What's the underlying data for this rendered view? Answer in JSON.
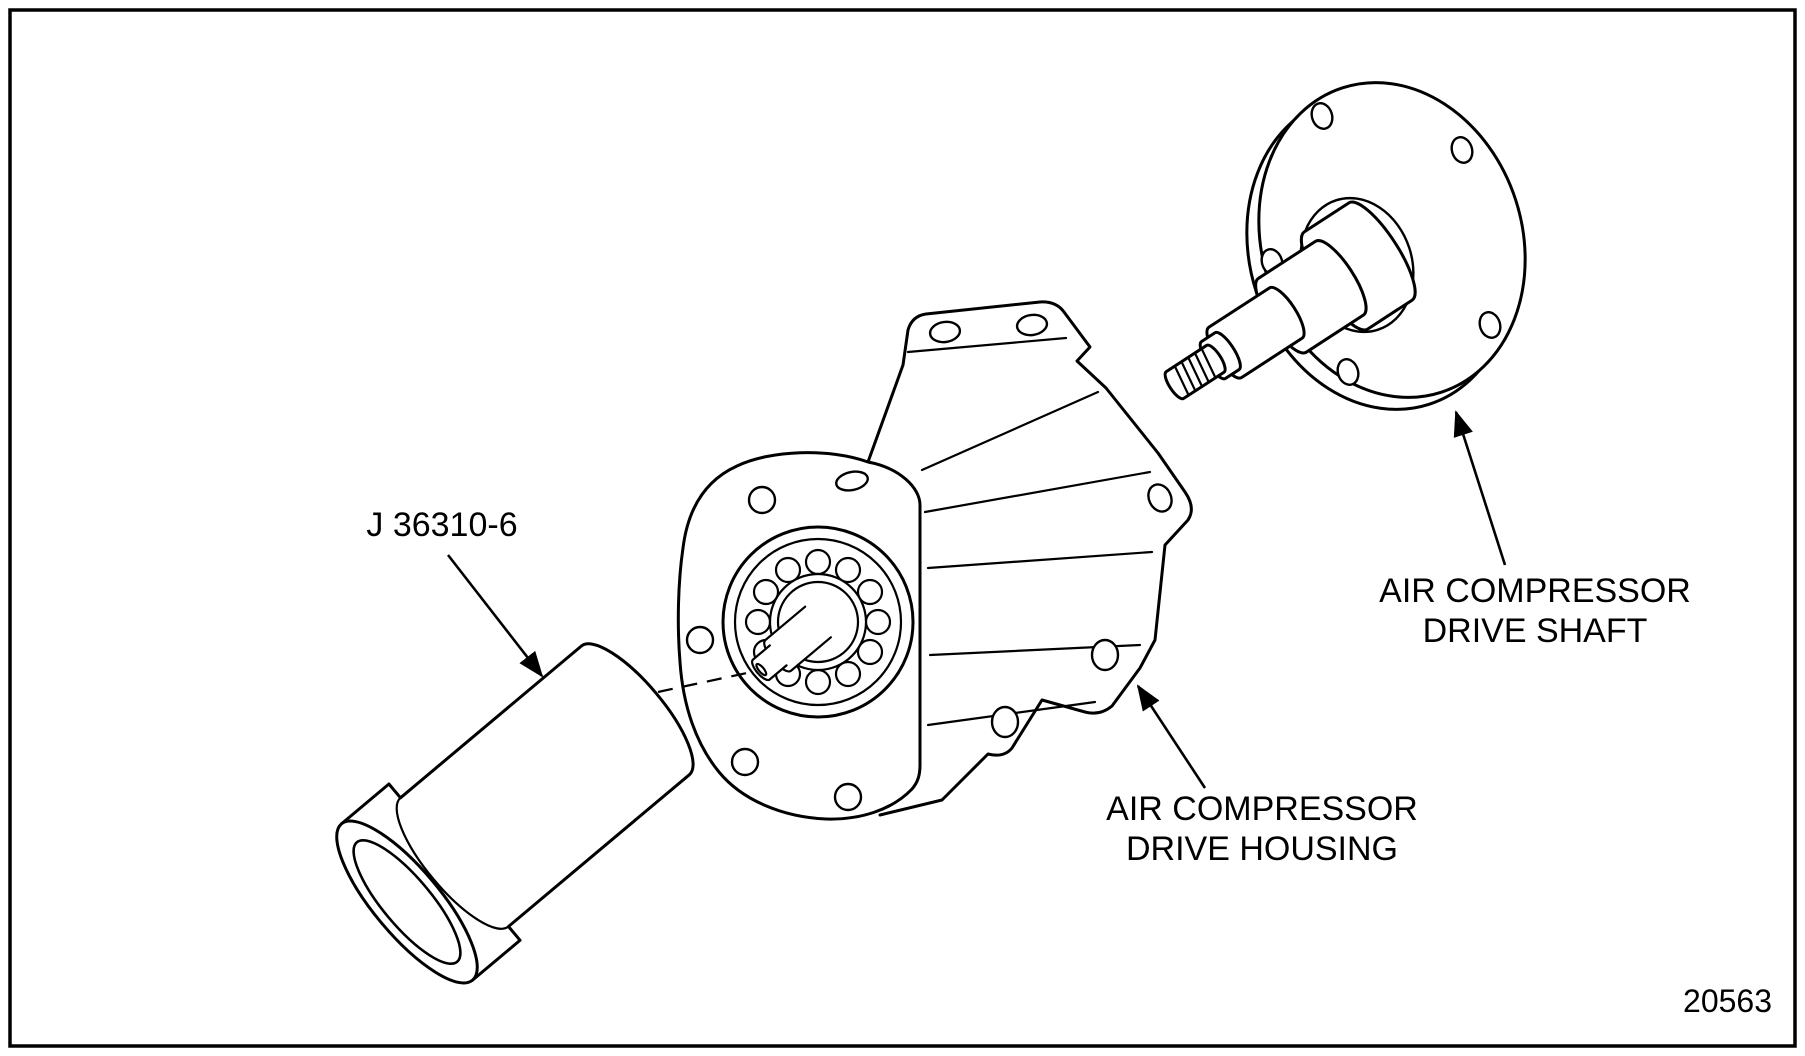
{
  "figure": {
    "labels": {
      "tool": "J 36310-6",
      "shaft_line1": "AIR COMPRESSOR",
      "shaft_line2": "DRIVE SHAFT",
      "housing_line1": "AIR COMPRESSOR",
      "housing_line2": "DRIVE HOUSING"
    },
    "figure_number": "20563",
    "colors": {
      "line": "#000000",
      "background": "#ffffff"
    }
  }
}
